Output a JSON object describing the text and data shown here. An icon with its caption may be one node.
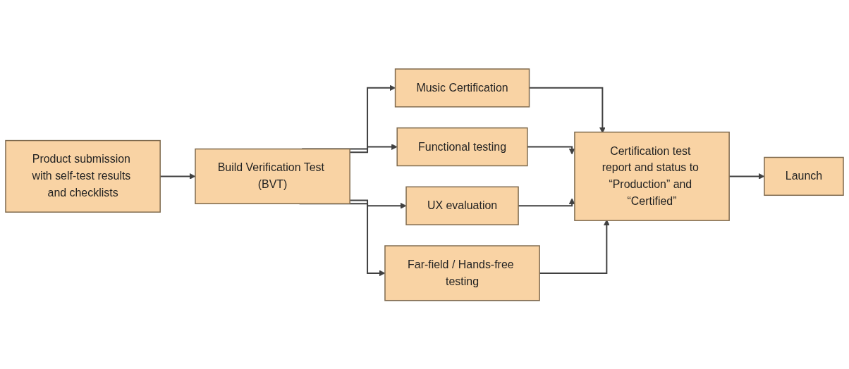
{
  "diagram": {
    "nodes": [
      {
        "text": [
          "Product submission with self-test results and checklists"
        ]
      },
      {
        "text": [
          "Build Verification Test (BVT)"
        ]
      },
      {
        "text": [
          "Music Certification"
        ]
      },
      {
        "text": [
          "Functional testing"
        ]
      },
      {
        "text": [
          "UX evaluation"
        ]
      },
      {
        "text": [
          "Far-field / Hands-free testing"
        ]
      },
      {
        "text": [
          "Certification test report and status to “Production” and “Certified”"
        ]
      },
      {
        "text": [
          "Launch"
        ]
      }
    ],
    "edges": [
      {
        "from": 0,
        "to": 1,
        "arrow": "to"
      },
      {
        "from": 1,
        "to": 2,
        "arrow": "to"
      },
      {
        "from": 1,
        "to": 3,
        "arrow": "to"
      },
      {
        "from": 1,
        "to": 4,
        "arrow": "to"
      },
      {
        "from": 1,
        "to": 5,
        "arrow": "to"
      },
      {
        "from": 2,
        "to": 6,
        "arrow": "to"
      },
      {
        "from": 3,
        "to": 6,
        "arrow": "to"
      },
      {
        "from": 4,
        "to": 6,
        "arrow": "to"
      },
      {
        "from": 5,
        "to": 6,
        "arrow": "to"
      },
      {
        "from": 6,
        "to": 7,
        "arrow": "to"
      }
    ]
  }
}
